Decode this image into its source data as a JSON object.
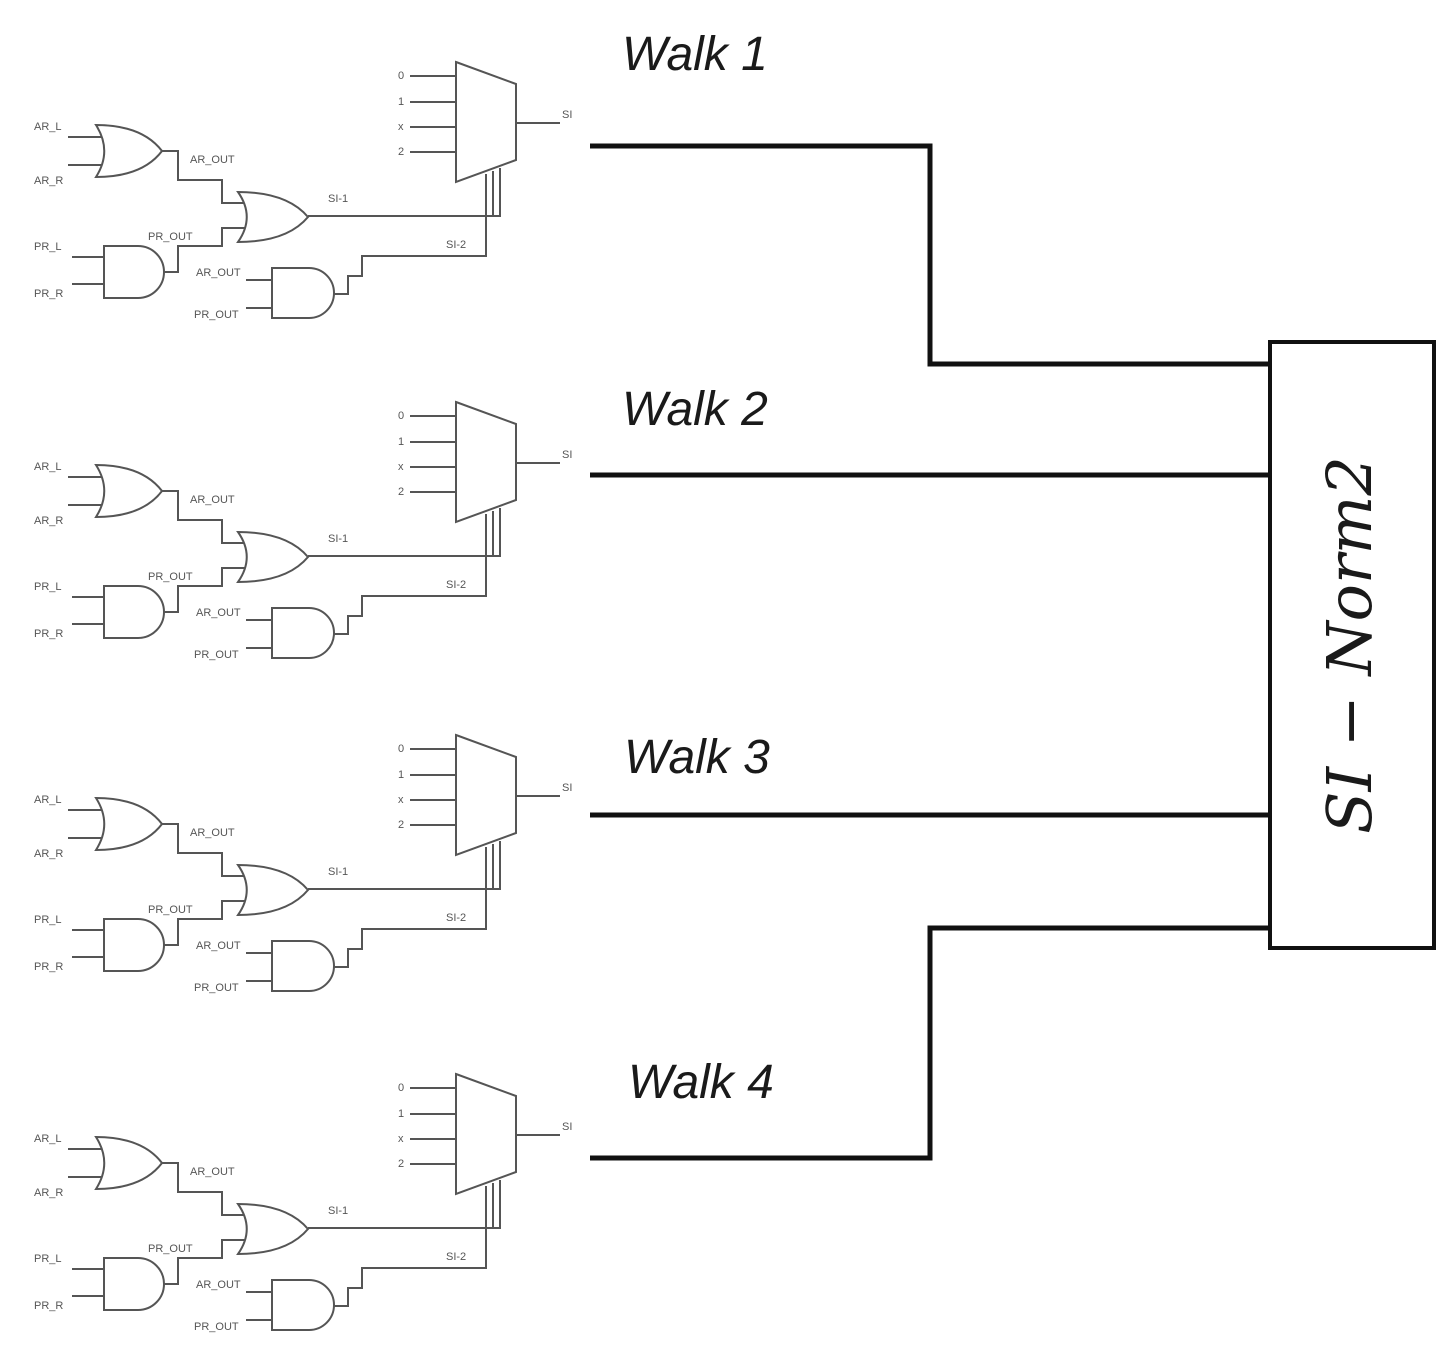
{
  "blocks": [
    {
      "walk": "Walk 1",
      "mux": {
        "inputs": [
          "0",
          "1",
          "x",
          "2"
        ],
        "output": "SI"
      },
      "signals": {
        "ar_l": "AR_L",
        "ar_r": "AR_R",
        "pr_l": "PR_L",
        "pr_r": "PR_R",
        "ar_out": "AR_OUT",
        "pr_out": "PR_OUT",
        "ar_out2": "AR_OUT",
        "pr_out2": "PR_OUT",
        "si1": "SI-1",
        "si2": "SI-2"
      }
    },
    {
      "walk": "Walk 2",
      "mux": {
        "inputs": [
          "0",
          "1",
          "x",
          "2"
        ],
        "output": "SI"
      },
      "signals": {
        "ar_l": "AR_L",
        "ar_r": "AR_R",
        "pr_l": "PR_L",
        "pr_r": "PR_R",
        "ar_out": "AR_OUT",
        "pr_out": "PR_OUT",
        "ar_out2": "AR_OUT",
        "pr_out2": "PR_OUT",
        "si1": "SI-1",
        "si2": "SI-2"
      }
    },
    {
      "walk": "Walk 3",
      "mux": {
        "inputs": [
          "0",
          "1",
          "x",
          "2"
        ],
        "output": "SI"
      },
      "signals": {
        "ar_l": "AR_L",
        "ar_r": "AR_R",
        "pr_l": "PR_L",
        "pr_r": "PR_R",
        "ar_out": "AR_OUT",
        "pr_out": "PR_OUT",
        "ar_out2": "AR_OUT",
        "pr_out2": "PR_OUT",
        "si1": "SI-1",
        "si2": "SI-2"
      }
    },
    {
      "walk": "Walk 4",
      "mux": {
        "inputs": [
          "0",
          "1",
          "x",
          "2"
        ],
        "output": "SI"
      },
      "signals": {
        "ar_l": "AR_L",
        "ar_r": "AR_R",
        "pr_l": "PR_L",
        "pr_r": "PR_R",
        "ar_out": "AR_OUT",
        "pr_out": "PR_OUT",
        "ar_out2": "AR_OUT",
        "pr_out2": "PR_OUT",
        "si1": "SI-1",
        "si2": "SI-2"
      }
    }
  ],
  "output_block": {
    "label": "SI − Norm2"
  },
  "colors": {
    "wire": "#555555",
    "bus": "#111111",
    "text": "#1a1a1a"
  }
}
